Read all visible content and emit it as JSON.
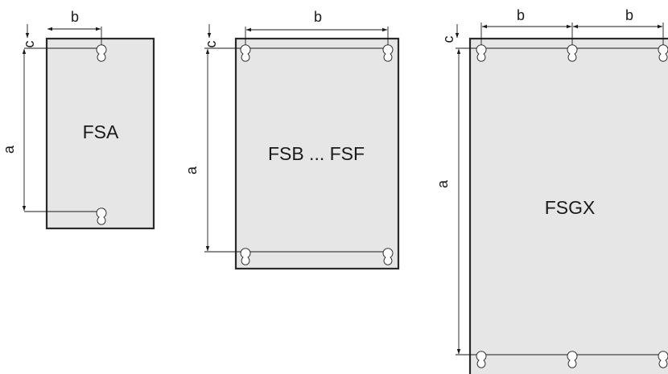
{
  "colors": {
    "panel_fill": "#e6e6e6",
    "panel_stroke": "#2a2a2a",
    "line": "#1a1a1a"
  },
  "icons": {
    "mounting_hole": "keyhole-icon"
  },
  "frames": [
    {
      "label": "FSA",
      "dimensions": {
        "a": "a",
        "b": "b",
        "c": "c"
      }
    },
    {
      "label": "FSB ... FSF",
      "dimensions": {
        "a": "a",
        "b": "b",
        "c": "c"
      }
    },
    {
      "label": "FSGX",
      "dimensions": {
        "a": "a",
        "b1": "b",
        "b2": "b",
        "c": "c"
      }
    }
  ]
}
